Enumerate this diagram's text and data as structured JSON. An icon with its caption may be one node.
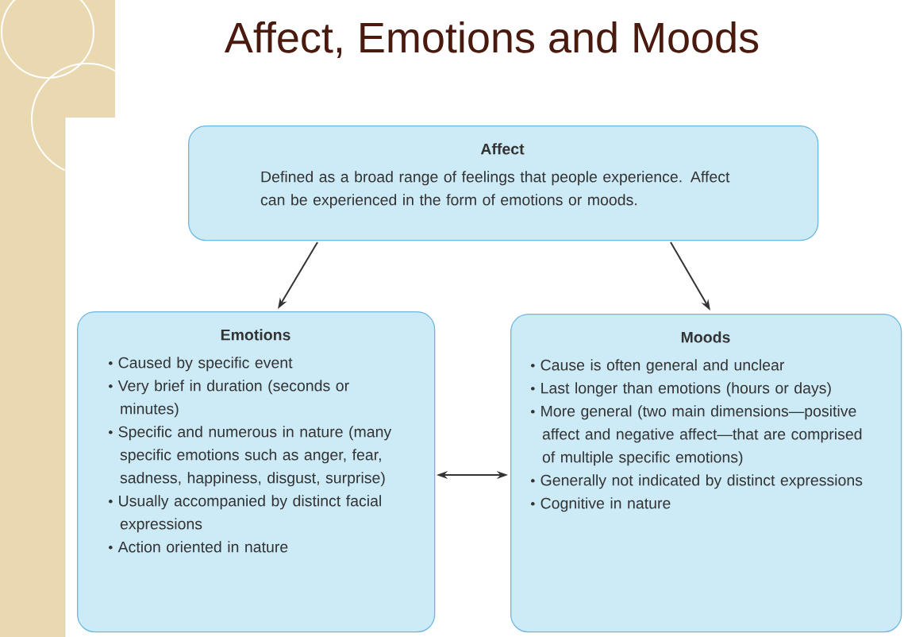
{
  "diagram": {
    "title": "Affect, Emotions and Moods",
    "nodes": [
      {
        "text": [
          "Affect",
          "Defined as a broad range of feelings that people experience. Affect can be experienced in the form of emotions or moods."
        ]
      },
      {
        "text": [
          "Emotions",
          "Caused by specific event",
          "Very brief in duration (seconds or minutes)",
          "Specific and numerous in nature (many specific emotions such as anger, fear, sadness, happiness, disgust, surprise)",
          "Usually accompanied by distinct facial expressions",
          "Action oriented in nature"
        ]
      },
      {
        "text": [
          "Moods",
          "Cause is often general and unclear",
          "Last longer than emotions (hours or days)",
          "More general (two main dimensions—positive affect and negative affect—that are comprised of multiple specific emotions)",
          "Generally not indicated by distinct expressions",
          "Cognitive in nature"
        ]
      }
    ],
    "edges": [
      {
        "from": 0,
        "to": 1,
        "arrow": "to"
      },
      {
        "from": 0,
        "to": 2,
        "arrow": "to"
      },
      {
        "from": 1,
        "to": 2,
        "arrow": "both"
      }
    ]
  }
}
